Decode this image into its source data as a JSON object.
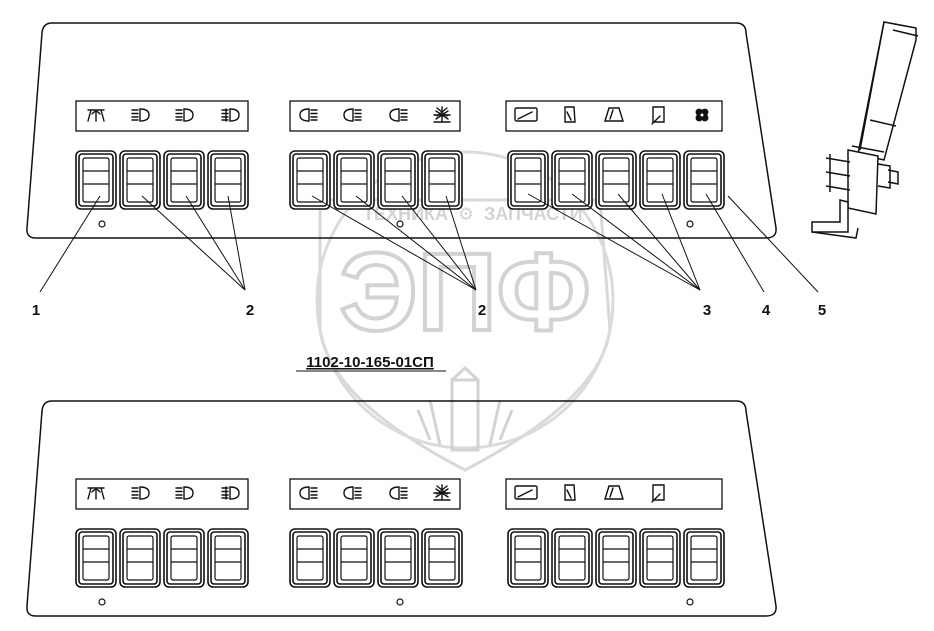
{
  "drawing": {
    "title": "1102-10-165-01СП"
  },
  "callouts": [
    "1",
    "2",
    "2",
    "3",
    "4",
    "5"
  ],
  "watermark": {
    "letters": "ЭПФ",
    "tagline_left": "ТЕХНИКА",
    "tagline_right": "ЗАПЧАСТИ"
  },
  "icons": {
    "group1": [
      "ceiling-lamp-icon",
      "headlight-icon",
      "headlight-icon",
      "high-beam-icon"
    ],
    "group2": [
      "rear-lamp-icon",
      "rear-lamp-icon",
      "rear-lamp-icon",
      "hazard-beacon-icon"
    ],
    "group3": [
      "rear-wiper-icon",
      "side-wiper-icon",
      "front-wiper-icon",
      "door-wiper-icon",
      "fan-icon"
    ]
  },
  "colors": {
    "line": "#111111",
    "watermark": "#c8c8c8"
  }
}
